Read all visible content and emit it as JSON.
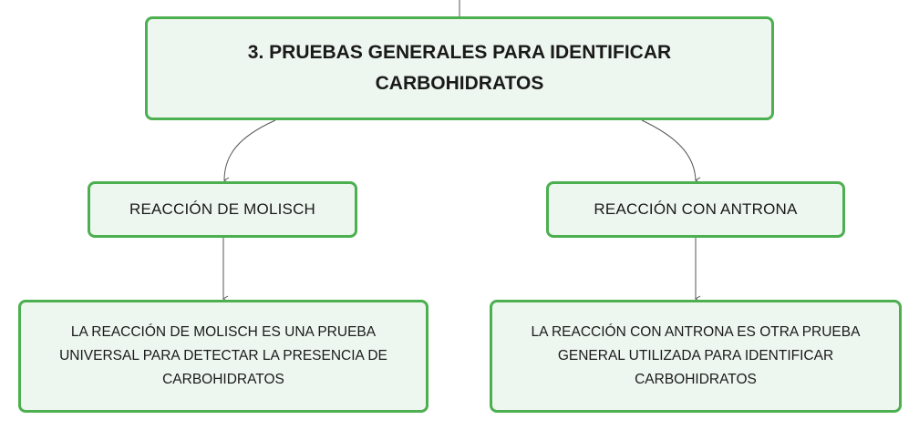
{
  "diagram": {
    "root": {
      "label": "3. PRUEBAS GENERALES PARA IDENTIFICAR CARBOHIDRATOS"
    },
    "branches": [
      {
        "label": "REACCIÓN DE MOLISCH",
        "description": "LA REACCIÓN DE MOLISCH ES UNA PRUEBA UNIVERSAL PARA DETECTAR LA PRESENCIA DE CARBOHIDRATOS"
      },
      {
        "label": "REACCIÓN CON ANTRONA",
        "description": "LA REACCIÓN CON ANTRONA ES OTRA PRUEBA GENERAL UTILIZADA PARA IDENTIFICAR CARBOHIDRATOS"
      }
    ],
    "colors": {
      "node_border": "#4caf50",
      "node_fill": "#eef7ef",
      "connector": "#555555"
    }
  }
}
